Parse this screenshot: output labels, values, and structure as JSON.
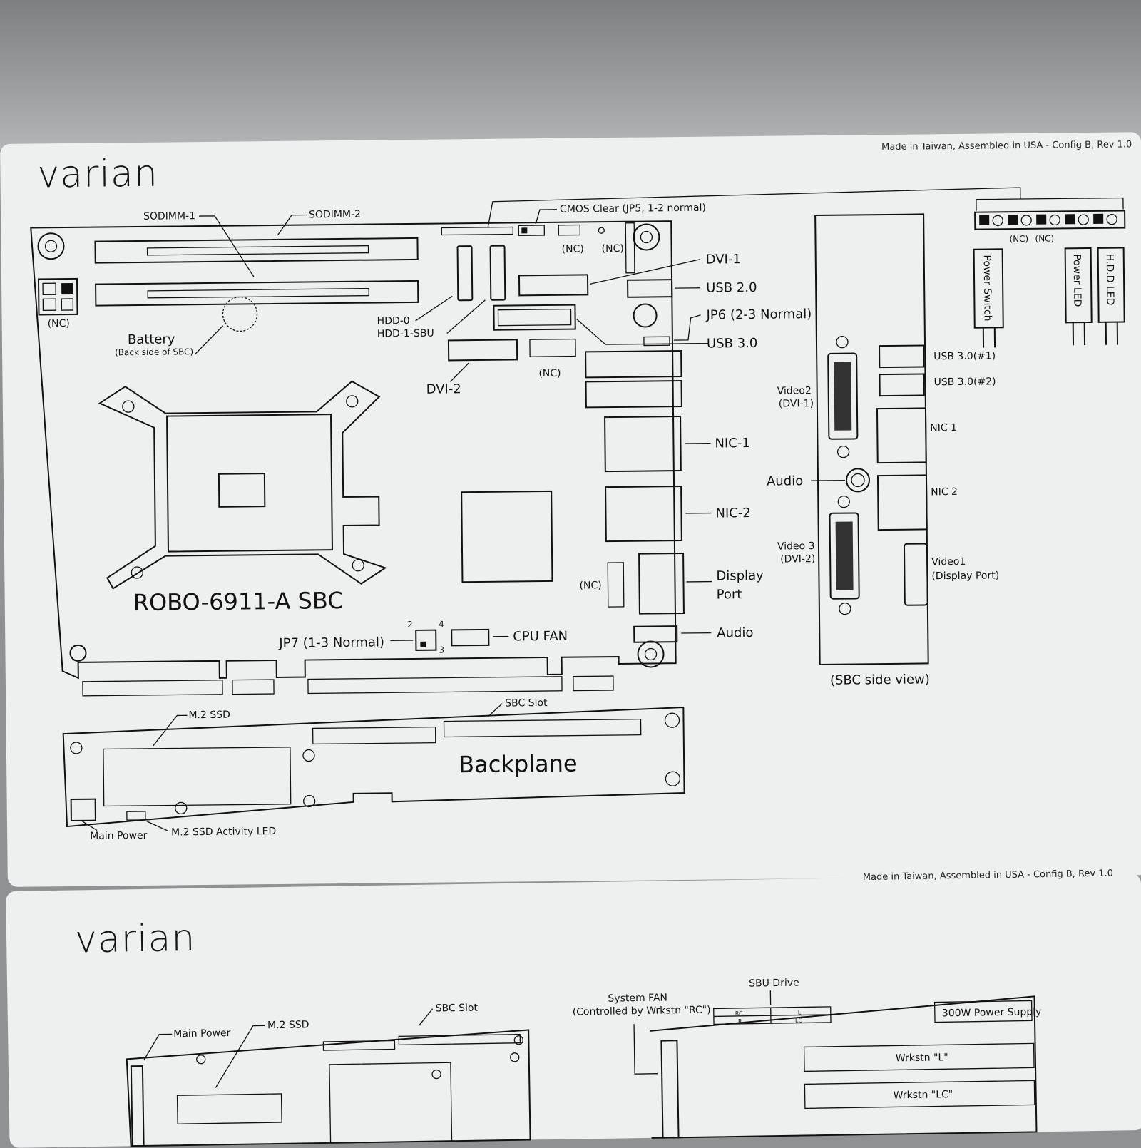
{
  "card1": {
    "logo": "varian",
    "made_in": "Made in Taiwan, Assembled in USA - Config B, Rev 1.0",
    "board_title": "ROBO-6911-A SBC",
    "backplane_title": "Backplane",
    "side_view_caption": "(SBC side view)",
    "labels": {
      "sodimm1": "SODIMM-1",
      "sodimm2": "SODIMM-2",
      "cmos": "CMOS Clear (JP5, 1-2 normal)",
      "nc1": "(NC)",
      "nc2": "(NC)",
      "nc_left": "(NC)",
      "dvi1": "DVI-1",
      "usb20": "USB 2.0",
      "jp6": "JP6 (2-3 Normal)",
      "usb30": "USB 3.0",
      "battery": "Battery",
      "battery_note": "(Back side of SBC)",
      "hdd0": "HDD-0",
      "hdd1": "HDD-1-SBU",
      "dvi2": "DVI-2",
      "nc3": "(NC)",
      "nic1": "NIC-1",
      "nic2": "NIC-2",
      "display_port_1": "Display",
      "display_port_2": "Port",
      "audio": "Audio",
      "nc4": "(NC)",
      "jp7": "JP7 (1-3 Normal)",
      "jp7_pin2": "2",
      "jp7_pin4": "4",
      "jp7_pin3": "3",
      "cpu_fan": "CPU FAN",
      "m2_ssd": "M.2 SSD",
      "sbc_slot": "SBC Slot",
      "main_power": "Main Power",
      "m2_led": "M.2 SSD Activity LED"
    },
    "side_view": {
      "video2": "Video2",
      "video2_sub": "(DVI-1)",
      "audio": "Audio",
      "video3": "Video 3",
      "video3_sub": "(DVI-2)",
      "usb_1": "USB 3.0(#1)",
      "usb_2": "USB 3.0(#2)",
      "nic1": "NIC 1",
      "nic2": "NIC 2",
      "video1": "Video1",
      "video1_sub": "(Display Port)"
    },
    "front_panel": {
      "nc_a": "(NC)",
      "nc_b": "(NC)",
      "power_switch": "Power Switch",
      "power_led": "Power LED",
      "hdd_led": "H.D.D LED"
    }
  },
  "card2": {
    "logo": "varian",
    "made_in": "Made in Taiwan, Assembled in USA - Config B, Rev 1.0",
    "main_power": "Main Power",
    "m2_ssd": "M.2 SSD",
    "sbc_slot": "SBC Slot",
    "system_fan": "System FAN",
    "system_fan_note": "(Controlled by Wrkstn \"RC\")",
    "sbu_drive": "SBU Drive",
    "psu": "300W Power Supply",
    "wrkstn_l": "Wrkstn \"L\"",
    "wrkstn_lc": "Wrkstn \"LC\"",
    "rc": "RC",
    "r": "R",
    "l": "L",
    "lc": "LC"
  }
}
